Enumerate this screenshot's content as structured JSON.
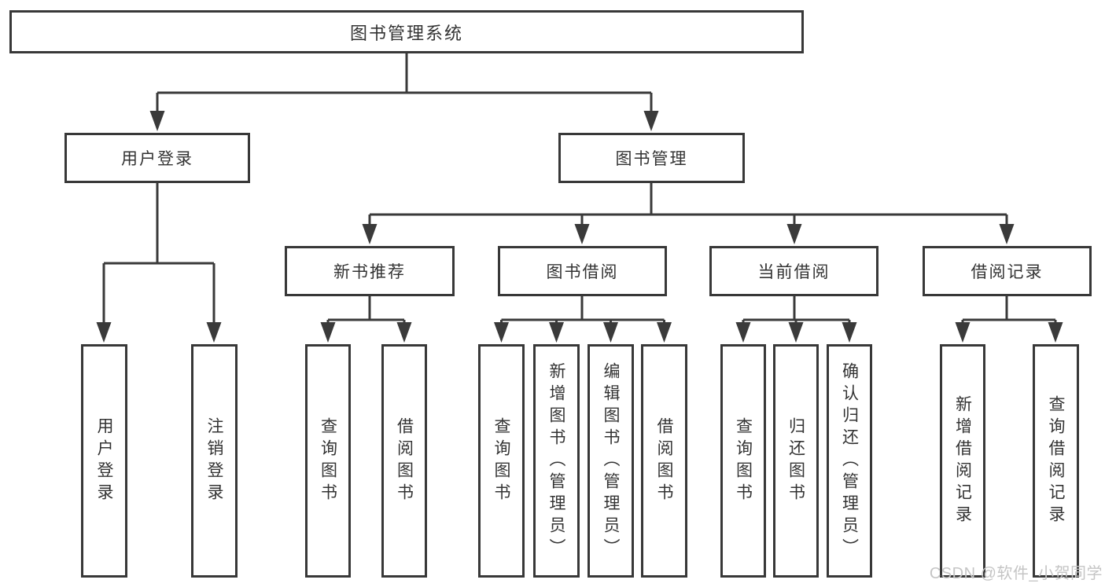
{
  "tree": {
    "root": {
      "label": "图书管理系统",
      "children": [
        {
          "label": "用户登录",
          "children": [
            {
              "label": "用户登录"
            },
            {
              "label": "注销登录"
            }
          ]
        },
        {
          "label": "图书管理",
          "children": [
            {
              "label": "新书推荐",
              "children": [
                {
                  "label": "查询图书"
                },
                {
                  "label": "借阅图书"
                }
              ]
            },
            {
              "label": "图书借阅",
              "children": [
                {
                  "label": "查询图书"
                },
                {
                  "label": "新增图书（管理员）"
                },
                {
                  "label": "编辑图书（管理员）"
                },
                {
                  "label": "借阅图书"
                }
              ]
            },
            {
              "label": "当前借阅",
              "children": [
                {
                  "label": "查询图书"
                },
                {
                  "label": "归还图书"
                },
                {
                  "label": "确认归还（管理员）"
                }
              ]
            },
            {
              "label": "借阅记录",
              "children": [
                {
                  "label": "新增借阅记录"
                },
                {
                  "label": "查询借阅记录"
                }
              ]
            }
          ]
        }
      ]
    }
  },
  "watermark": {
    "text": "CSDN @软件_小贺同学"
  },
  "colors": {
    "line": "#3a3a3a",
    "border": "#383838",
    "text": "#333333",
    "watermark": "#c5c5c5",
    "background": "#ffffff"
  }
}
